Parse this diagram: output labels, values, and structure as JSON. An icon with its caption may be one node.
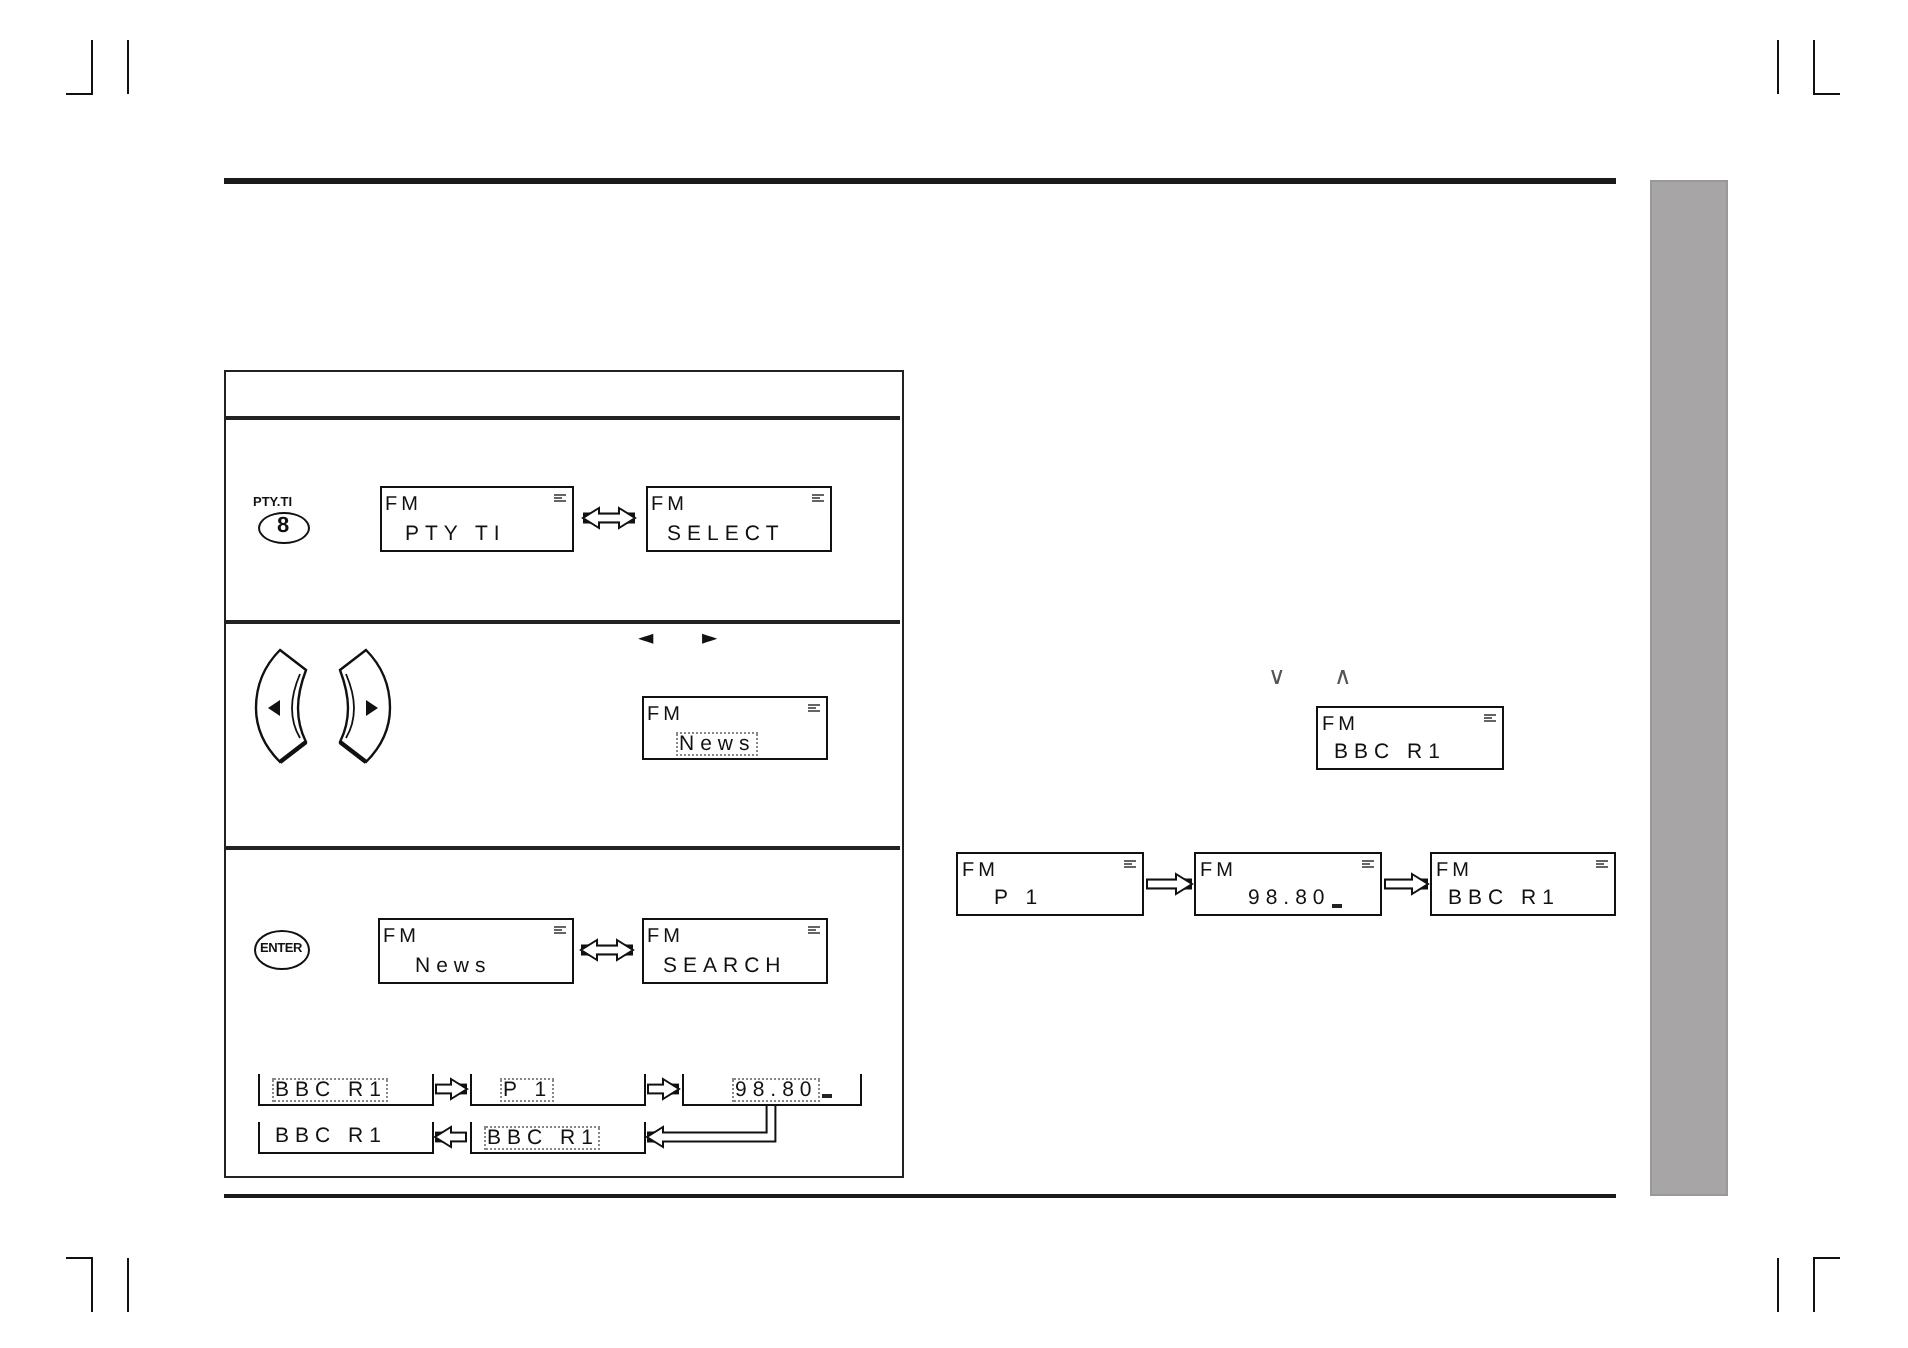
{
  "diagram": {
    "nodes": [
      {
        "text": [],
        "shape": "box"
      },
      {
        "text": [
          "PTY.TI",
          "8"
        ],
        "in": 0
      },
      {
        "text": [
          "FM",
          "PTY TI"
        ],
        "in": 0
      },
      {
        "text": [
          "FM",
          "SELECT"
        ],
        "in": 0
      },
      {
        "text": [
          "FM",
          "News"
        ],
        "in": 0
      },
      {
        "text": [
          "ENTER"
        ],
        "in": 0
      },
      {
        "text": [
          "FM",
          "News"
        ],
        "in": 0
      },
      {
        "text": [
          "FM",
          "SEARCH"
        ],
        "in": 0
      },
      {
        "text": [
          "BBC R1"
        ],
        "in": 0
      },
      {
        "text": [
          "P 1"
        ],
        "in": 0
      },
      {
        "text": [
          "98.80"
        ],
        "in": 0
      },
      {
        "text": [
          "BBC R1"
        ],
        "in": 0
      },
      {
        "text": [
          "BBC R1"
        ],
        "in": 0
      },
      {
        "text": [
          "FM",
          "BBC R1"
        ]
      },
      {
        "text": [
          "FM",
          "P 1"
        ]
      },
      {
        "text": [
          "FM",
          "98.80"
        ]
      },
      {
        "text": [
          "FM",
          "BBC R1"
        ]
      },
      {
        "text": [],
        "shape": "bar"
      }
    ],
    "edges": [
      {
        "from": 2,
        "to": 3,
        "arrow": "both"
      },
      {
        "from": 6,
        "to": 7,
        "arrow": "both"
      },
      {
        "from": 8,
        "to": 9,
        "arrow": "to"
      },
      {
        "from": 9,
        "to": 10,
        "arrow": "to"
      },
      {
        "from": 10,
        "to": 12,
        "arrow": "to"
      },
      {
        "from": 12,
        "to": 11,
        "arrow": "to"
      },
      {
        "from": 14,
        "to": 15,
        "arrow": "to"
      },
      {
        "from": 15,
        "to": 16,
        "arrow": "to"
      }
    ],
    "labels": [
      "◄",
      "►",
      "∨",
      "∧"
    ]
  }
}
